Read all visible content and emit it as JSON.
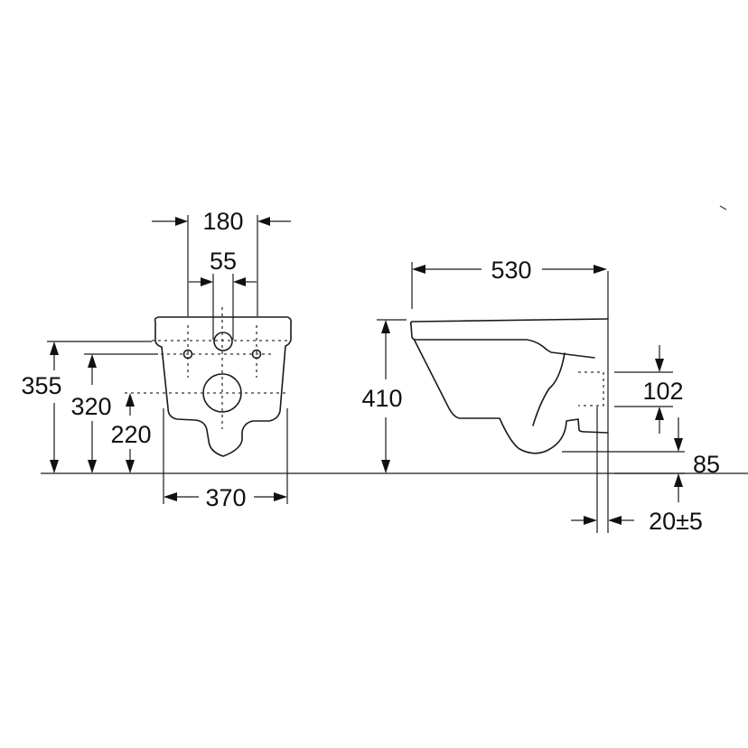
{
  "diagram": {
    "subject": "Wall-hung toilet dimension drawing",
    "colors": {
      "line": "#1a1a1a",
      "background": "#ffffff"
    },
    "front_view": {
      "width_label": "370",
      "fixing_spacing_label": "180",
      "inlet_width_label": "55",
      "height_top_label": "355",
      "height_fixings_label": "320",
      "height_outlet_label": "220"
    },
    "side_view": {
      "depth_label": "530",
      "height_label": "410",
      "outlet_height_label": "102",
      "outlet_offset_label": "85",
      "wall_gap_label": "20±5"
    }
  }
}
